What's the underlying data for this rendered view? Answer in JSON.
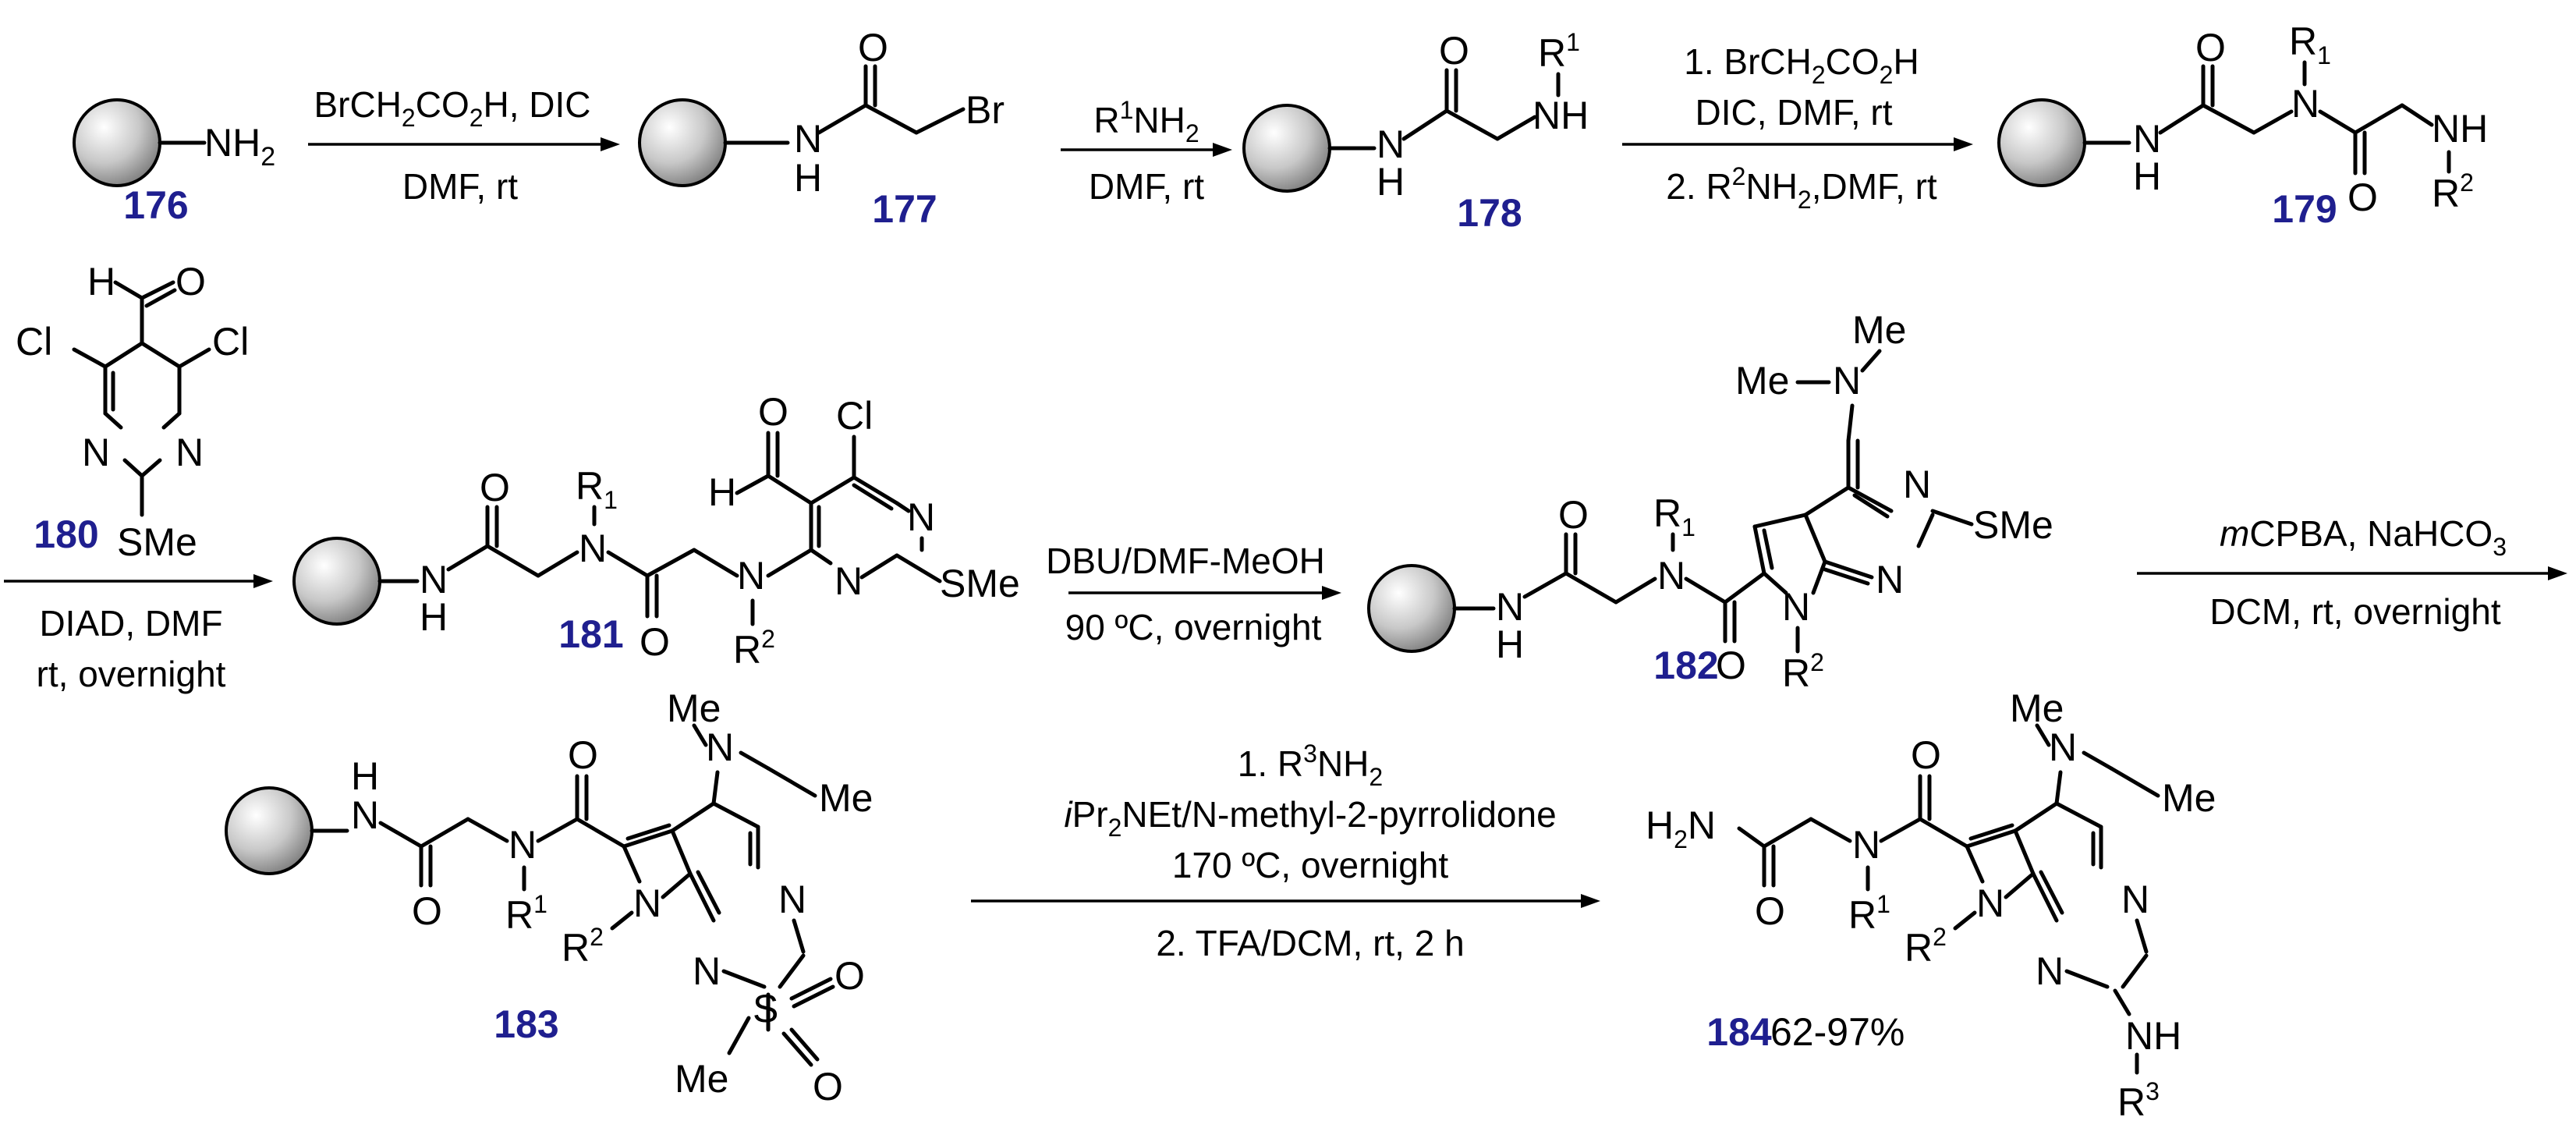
{
  "compounds": {
    "c176": "176",
    "c177": "177",
    "c178": "178",
    "c179": "179",
    "c180": "180",
    "c181": "181",
    "c182": "182",
    "c183": "183",
    "c184": "184"
  },
  "yield_184": "62-97%",
  "atoms": {
    "nh2": "NH",
    "two": "2",
    "h": "H",
    "n": "N",
    "o": "O",
    "br": "Br",
    "cl": "Cl",
    "sme": "SMe",
    "me": "Me",
    "nh": "NH",
    "h2n": "H",
    "r": "R",
    "r1sup": "1",
    "r2sup": "2",
    "r3sup": "3",
    "s": "S"
  },
  "steps": {
    "s1_top": "BrCH",
    "s1_top_b": "CO",
    "s1_top_c": "H, DIC",
    "s1_bottom": "DMF,  rt",
    "s2_top": "R",
    "s2_top_b": "NH",
    "s2_bottom": "DMF,  rt",
    "s3_top": "1. BrCH",
    "s3_top_b": "CO",
    "s3_top_c": "H",
    "s3_mid": "DIC, DMF, rt",
    "s3_bottom": "2. R",
    "s3_bottom_b": "NH",
    "s3_bottom_c": ",DMF,  rt",
    "s4_bottom1": "DIAD, DMF",
    "s4_bottom2": "rt, overnight",
    "s5_top": "DBU/DMF-MeOH",
    "s5_bottom": "90 ºC, overnight",
    "s6_top_a": "m",
    "s6_top_b": "CPBA, NaHCO",
    "s6_top_c": "3",
    "s6_bottom": "DCM, rt, overnight",
    "s7_l1_a": "1. R",
    "s7_l1_b": "NH",
    "s7_l2_a": "i",
    "s7_l2_b": "Pr",
    "s7_l2_c": "NEt/N-methyl-2-pyrrolidone",
    "s7_l3": "170 ºC, overnight",
    "s7_l4": "2. TFA/DCM, rt, 2 h"
  }
}
